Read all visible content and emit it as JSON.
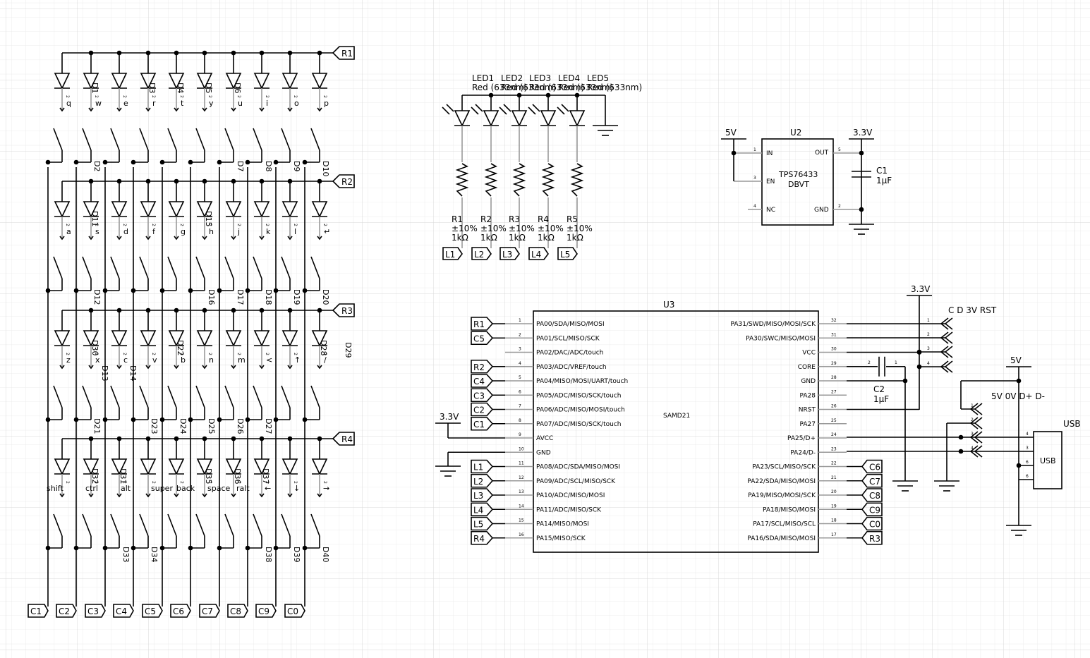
{
  "matrix": {
    "rows": [
      {
        "label": "R1",
        "keys": [
          "q",
          "w",
          "e",
          "r",
          "t",
          "y",
          "u",
          "i",
          "o",
          "p"
        ]
      },
      {
        "label": "R2",
        "keys": [
          "a",
          "s",
          "d",
          "f",
          "g",
          "h",
          "j",
          "k",
          "l",
          "↵"
        ]
      },
      {
        "label": "R3",
        "keys": [
          "z",
          "x",
          "c",
          "v",
          "b",
          "n",
          "m",
          "<",
          "↑",
          "/"
        ]
      },
      {
        "label": "R4",
        "keys": [
          "shift",
          "ctrl",
          "alt",
          "super",
          "back",
          "space",
          "ralt",
          "←",
          "↓",
          "→"
        ]
      }
    ],
    "columns": [
      "C1",
      "C2",
      "C3",
      "C4",
      "C5",
      "C6",
      "C7",
      "C8",
      "C9",
      "C0"
    ],
    "diode_refs": [
      {
        "text": "D1",
        "pos": "1,0,a"
      },
      {
        "text": "D3",
        "pos": "3,0,a"
      },
      {
        "text": "D4",
        "pos": "4,0,a"
      },
      {
        "text": "D5",
        "pos": "5,0,a"
      },
      {
        "text": "D6",
        "pos": "6,0,a"
      },
      {
        "text": "D2",
        "pos": "1,0,b"
      },
      {
        "text": "D7",
        "pos": "6,0,b"
      },
      {
        "text": "D8",
        "pos": "7,0,b"
      },
      {
        "text": "D9",
        "pos": "8,0,b"
      },
      {
        "text": "D10",
        "pos": "9,0,b"
      },
      {
        "text": "D11",
        "pos": "1,1,a"
      },
      {
        "text": "D15",
        "pos": "5,1,a"
      },
      {
        "text": "D12",
        "pos": "1,1,b"
      },
      {
        "text": "D16",
        "pos": "5,1,b"
      },
      {
        "text": "D17",
        "pos": "6,1,b"
      },
      {
        "text": "D18",
        "pos": "7,1,b"
      },
      {
        "text": "D19",
        "pos": "8,1,b"
      },
      {
        "text": "D20",
        "pos": "9,1,b"
      },
      {
        "text": "D30",
        "pos": "1,2,a"
      },
      {
        "text": "D22",
        "pos": "4,2,a"
      },
      {
        "text": "D28",
        "pos": "9,2,a"
      },
      {
        "text": "D13",
        "pos": "2,2,c"
      },
      {
        "text": "D14",
        "pos": "3,2,c"
      },
      {
        "text": "D21",
        "pos": "1,2,b"
      },
      {
        "text": "D23",
        "pos": "3,2,b"
      },
      {
        "text": "D24",
        "pos": "4,2,b"
      },
      {
        "text": "D25",
        "pos": "5,2,b"
      },
      {
        "text": "D26",
        "pos": "6,2,b"
      },
      {
        "text": "D27",
        "pos": "7,2,b"
      },
      {
        "text": "D32",
        "pos": "1,3,a"
      },
      {
        "text": "D31",
        "pos": "2,3,a"
      },
      {
        "text": "D35",
        "pos": "5,3,a"
      },
      {
        "text": "D36",
        "pos": "6,3,a"
      },
      {
        "text": "D37",
        "pos": "7,3,a"
      },
      {
        "text": "D33",
        "pos": "2,3,b"
      },
      {
        "text": "D34",
        "pos": "3,3,b"
      },
      {
        "text": "D38",
        "pos": "7,3,b"
      },
      {
        "text": "D39",
        "pos": "8,3,b"
      },
      {
        "text": "D40",
        "pos": "9,3,b"
      }
    ],
    "d29": "D29"
  },
  "leds": {
    "items": [
      {
        "ref": "LED1",
        "r_ref": "R1",
        "net": "L1"
      },
      {
        "ref": "LED2",
        "r_ref": "R2",
        "net": "L2"
      },
      {
        "ref": "LED3",
        "r_ref": "R3",
        "net": "L3"
      },
      {
        "ref": "LED4",
        "r_ref": "R4",
        "net": "L4"
      },
      {
        "ref": "LED5",
        "r_ref": "R5",
        "net": "L5"
      }
    ],
    "led_value": "Red (633nm)",
    "tolerance": "±10%",
    "resistance": "1kΩ"
  },
  "regulator": {
    "ref": "U2",
    "name": "TPS76433",
    "package": "DBVT",
    "pins": {
      "in": "IN",
      "en": "EN",
      "nc": "NC",
      "out": "OUT",
      "gnd": "GND"
    },
    "pin_numbers": {
      "in": "1",
      "en": "3",
      "nc": "4",
      "out": "5",
      "gnd": "2"
    },
    "input_net": "5V",
    "output_net": "3.3V",
    "cap_ref": "C1",
    "cap_value": "1µF"
  },
  "mcu": {
    "ref": "U3",
    "name": "SAMD21",
    "left_pins": [
      {
        "num": "1",
        "name": "PA00/SDA/MISO/MOSI",
        "net": "R1"
      },
      {
        "num": "2",
        "name": "PA01/SCL/MISO/SCK",
        "net": "C5"
      },
      {
        "num": "3",
        "name": "PA02/DAC/ADC/touch",
        "net": ""
      },
      {
        "num": "4",
        "name": "PA03/ADC/VREF/touch",
        "net": "R2"
      },
      {
        "num": "5",
        "name": "PA04/MISO/MOSI/UART/touch",
        "net": "C4"
      },
      {
        "num": "6",
        "name": "PA05/ADC/MISO/SCK/touch",
        "net": "C3"
      },
      {
        "num": "7",
        "name": "PA06/ADC/MISO/MOSI/touch",
        "net": "C2"
      },
      {
        "num": "8",
        "name": "PA07/ADC/MISO/SCK/touch",
        "net": "C1"
      },
      {
        "num": "9",
        "name": "AVCC",
        "net": ""
      },
      {
        "num": "10",
        "name": "GND",
        "net": ""
      },
      {
        "num": "11",
        "name": "PA08/ADC/SDA/MISO/MOSI",
        "net": "L1"
      },
      {
        "num": "12",
        "name": "PA09/ADC/SCL/MISO/SCK",
        "net": "L2"
      },
      {
        "num": "13",
        "name": "PA10/ADC/MISO/MOSI",
        "net": "L3"
      },
      {
        "num": "14",
        "name": "PA11/ADC/MISO/SCK",
        "net": "L4"
      },
      {
        "num": "15",
        "name": "PA14/MISO/MOSI",
        "net": "L5"
      },
      {
        "num": "16",
        "name": "PA15/MISO/SCK",
        "net": "R4"
      }
    ],
    "right_pins": [
      {
        "num": "32",
        "name": "PA31/SWD/MISO/MOSI/SCK",
        "net": ""
      },
      {
        "num": "31",
        "name": "PA30/SWC/MISO/MOSI",
        "net": ""
      },
      {
        "num": "30",
        "name": "VCC",
        "net": ""
      },
      {
        "num": "29",
        "name": "CORE",
        "net": ""
      },
      {
        "num": "28",
        "name": "GND",
        "net": ""
      },
      {
        "num": "27",
        "name": "PA28",
        "net": ""
      },
      {
        "num": "26",
        "name": "NRST",
        "net": ""
      },
      {
        "num": "25",
        "name": "PA27",
        "net": ""
      },
      {
        "num": "24",
        "name": "PA25/D+",
        "net": ""
      },
      {
        "num": "23",
        "name": "PA24/D-",
        "net": ""
      },
      {
        "num": "22",
        "name": "PA23/SCL/MISO/SCK",
        "net": "C6"
      },
      {
        "num": "21",
        "name": "PA22/SDA/MISO/MOSI",
        "net": "C7"
      },
      {
        "num": "20",
        "name": "PA19/MISO/MOSI/SCK",
        "net": "C8"
      },
      {
        "num": "19",
        "name": "PA18/MISO/MOSI",
        "net": "C9"
      },
      {
        "num": "18",
        "name": "PA17/SCL/MISO/SCL",
        "net": "C0"
      },
      {
        "num": "17",
        "name": "PA16/SDA/MISO/MOSI",
        "net": "R3"
      }
    ],
    "avcc_net": "3.3V",
    "vcc_net": "3.3V",
    "core_cap_ref": "C2",
    "core_cap_value": "1µF",
    "core_cap_pins": [
      "2",
      "1"
    ]
  },
  "debug_header": {
    "label": "C D 3V RST",
    "pins": [
      "1",
      "2",
      "3",
      "4"
    ]
  },
  "usb_header": {
    "label": "5V 0V D+ D-",
    "pins": [
      "1",
      "2",
      "3",
      "4"
    ],
    "net": "5V"
  },
  "usb": {
    "ref": "USB",
    "name": "USB",
    "pins": [
      "4",
      "3",
      "6",
      "6"
    ]
  },
  "gnd_pin_label": "2"
}
